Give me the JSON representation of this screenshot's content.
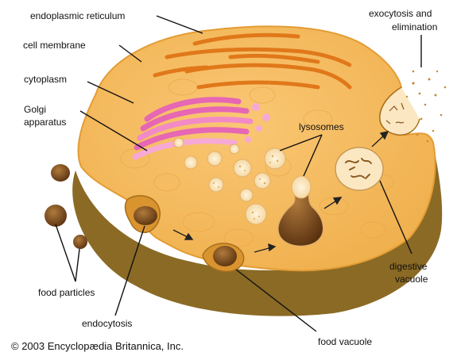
{
  "labels": {
    "endoplasmic_reticulum": "endoplasmic reticulum",
    "cell_membrane": "cell membrane",
    "cytoplasm": "cytoplasm",
    "golgi_line1": "Golgi",
    "golgi_line2": "apparatus",
    "lysosomes": "lysosomes",
    "exocytosis_line1": "exocytosis and",
    "exocytosis_line2": "elimination",
    "digestive_line1": "digestive",
    "digestive_line2": "vacuole",
    "food_particles": "food particles",
    "endocytosis": "endocytosis",
    "food_vacuole": "food vacuole"
  },
  "copyright": "© 2003 Encyclopædia Britannica, Inc.",
  "colors": {
    "cytoplasm": "#f6bd5e",
    "membrane_shadow": "#8a6a25",
    "er": "#e0781a",
    "golgi": "#e667b4",
    "food": "#7a4a1c",
    "vesicle": "#fbe7c2"
  }
}
